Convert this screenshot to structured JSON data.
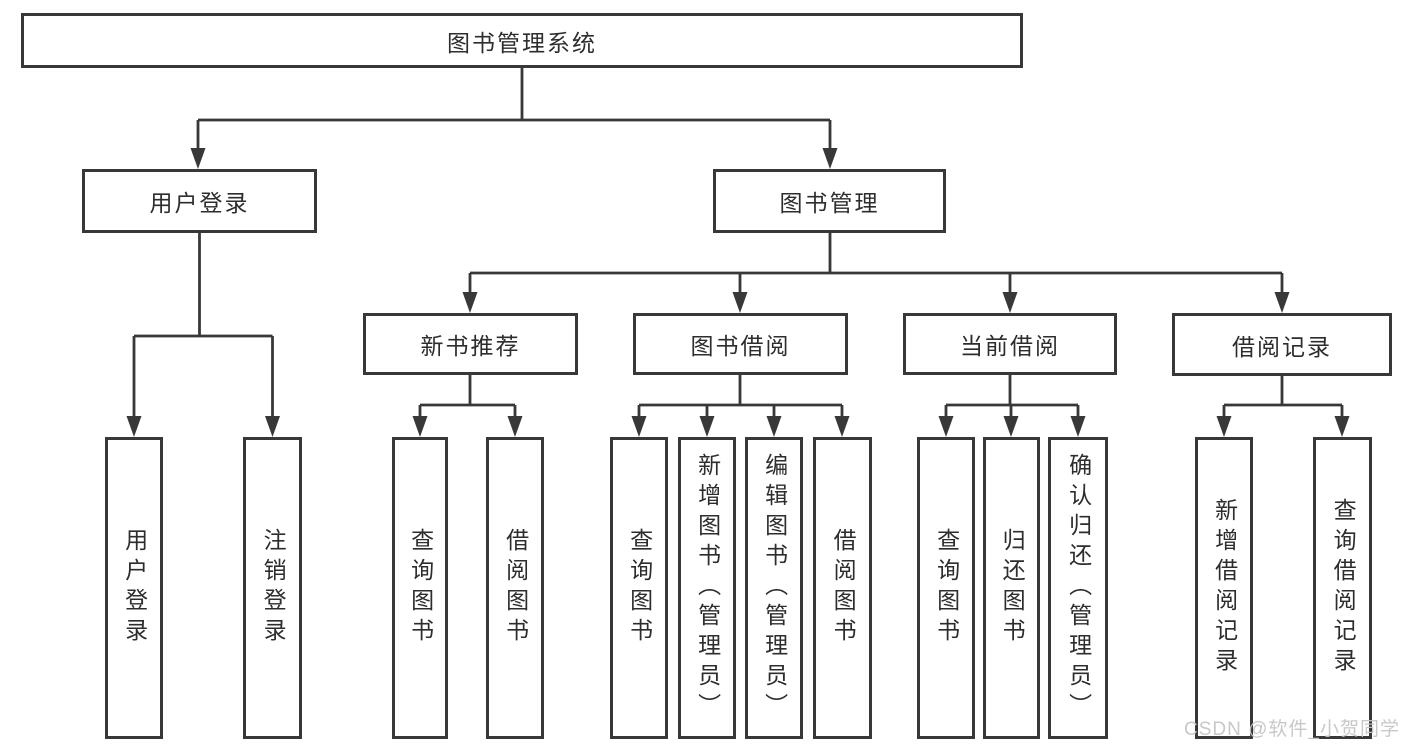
{
  "watermark": "CSDN @软件_小贺同学",
  "colors": {
    "line": "#383838",
    "box_border": "#383838",
    "text": "#2d2d2d",
    "watermark": "#c5c5c5",
    "background": "#ffffff"
  },
  "tree": {
    "root": {
      "label": "图书管理系统"
    },
    "branches": [
      {
        "label": "用户登录",
        "children": [
          {
            "label": "用户登录"
          },
          {
            "label": "注销登录"
          }
        ]
      },
      {
        "label": "图书管理",
        "children": [
          {
            "label": "新书推荐",
            "children": [
              {
                "label": "查询图书"
              },
              {
                "label": "借阅图书"
              }
            ]
          },
          {
            "label": "图书借阅",
            "children": [
              {
                "label": "查询图书"
              },
              {
                "label": "新增图书（管理员）"
              },
              {
                "label": "编辑图书（管理员）"
              },
              {
                "label": "借阅图书"
              }
            ]
          },
          {
            "label": "当前借阅",
            "children": [
              {
                "label": "查询图书"
              },
              {
                "label": "归还图书"
              },
              {
                "label": "确认归还（管理员）"
              }
            ]
          },
          {
            "label": "借阅记录",
            "children": [
              {
                "label": "新增借阅记录"
              },
              {
                "label": "查询借阅记录"
              }
            ]
          }
        ]
      }
    ]
  }
}
